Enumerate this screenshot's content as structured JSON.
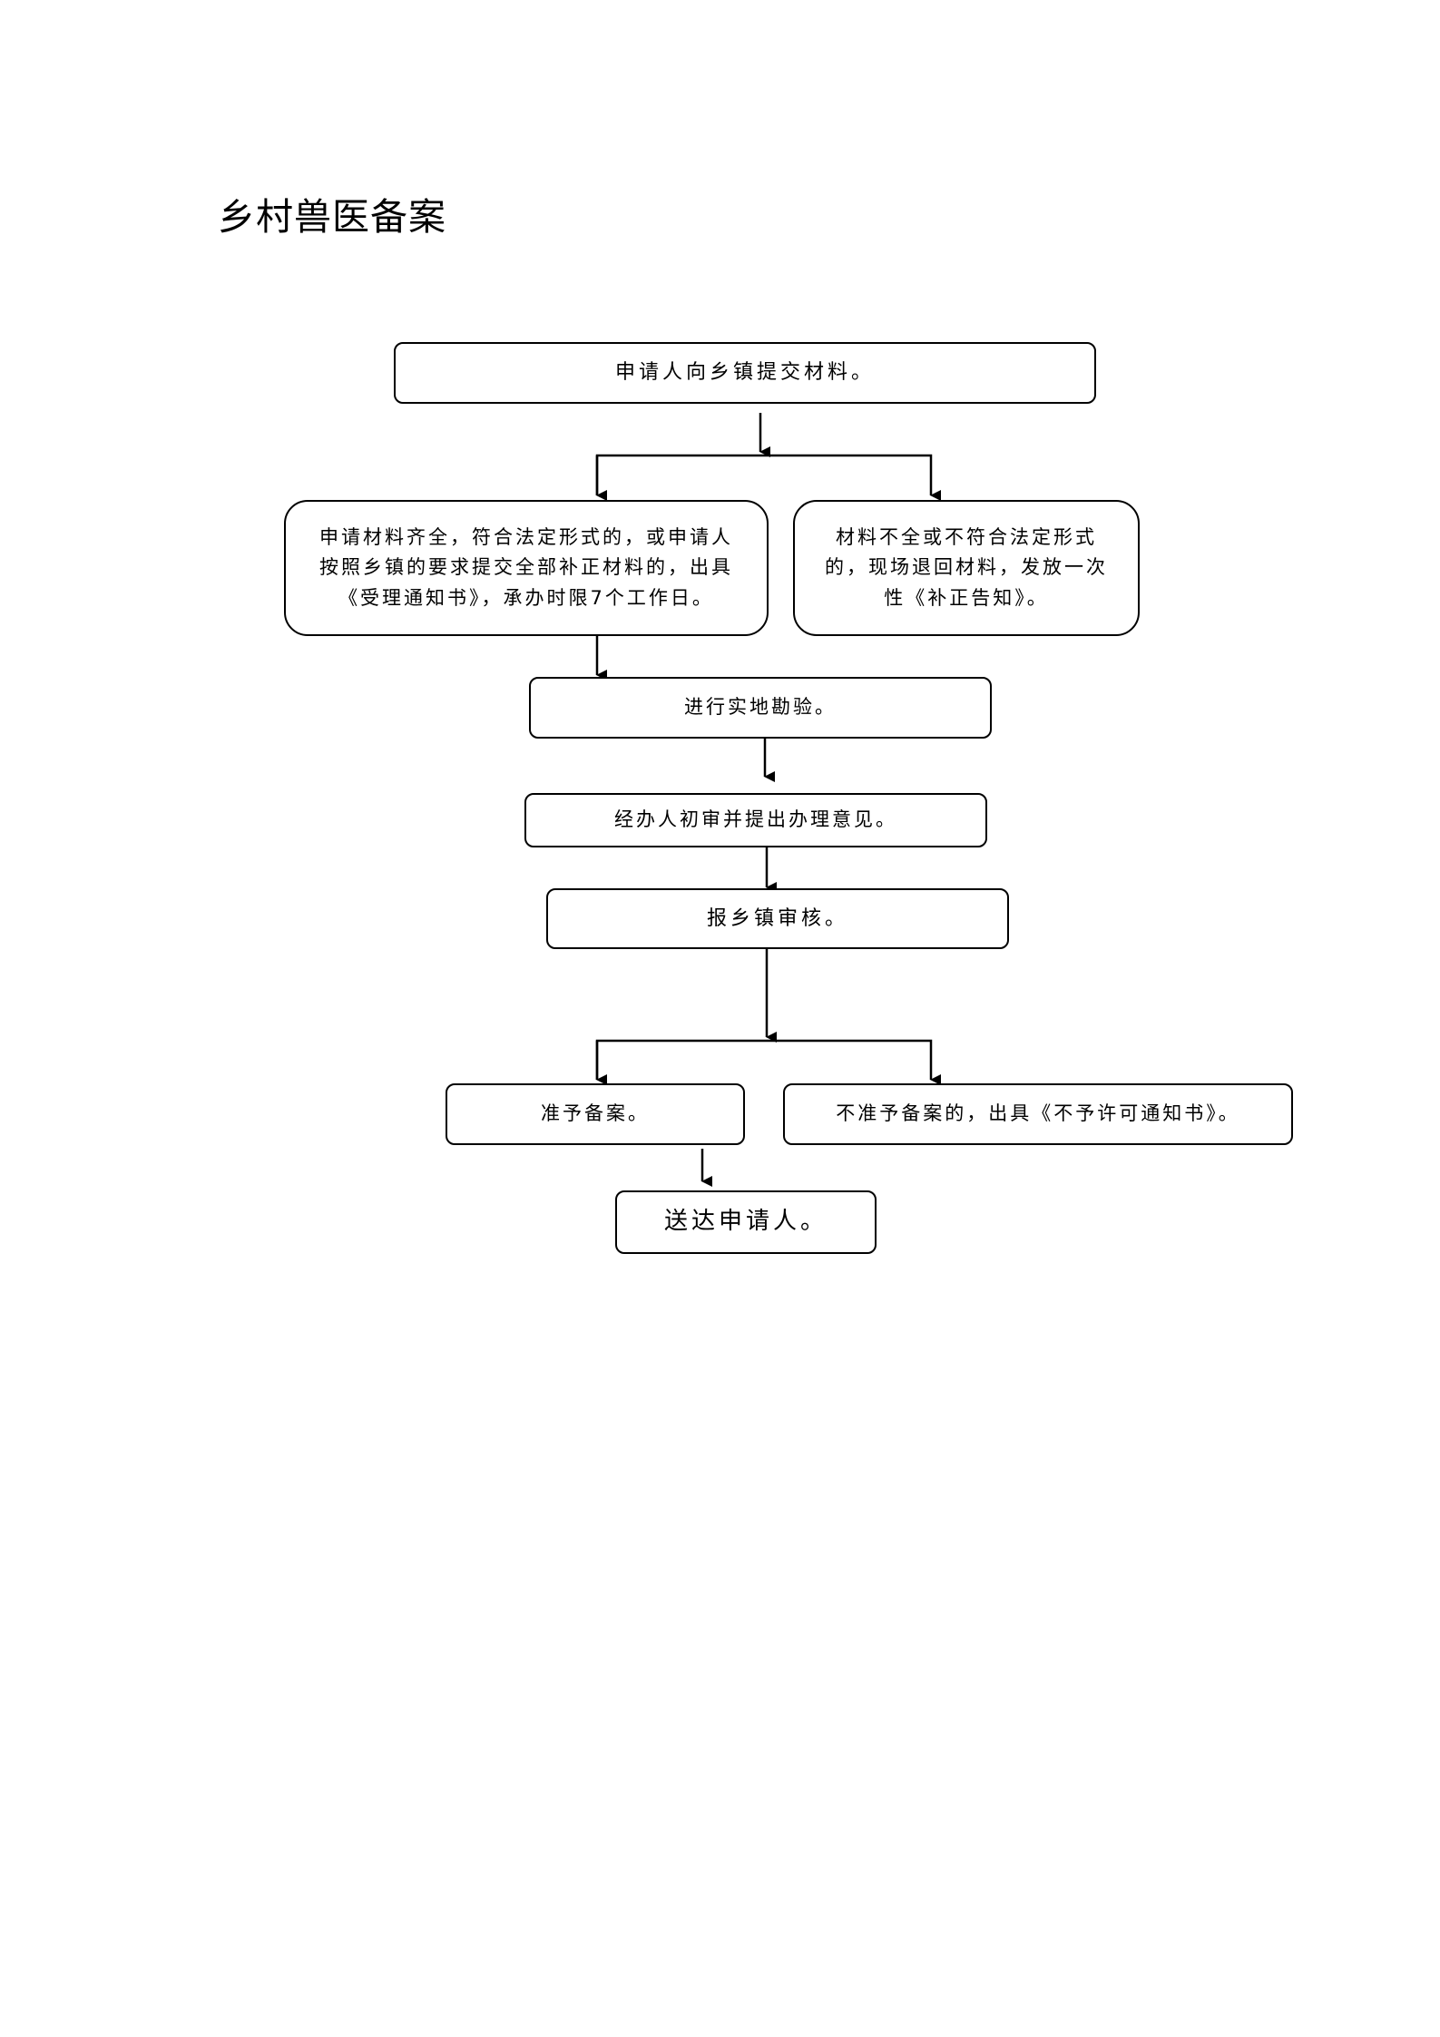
{
  "page": {
    "title": "乡村兽医备案"
  },
  "flow": {
    "submit": "申请人向乡镇提交材料。",
    "accept": "申请材料齐全，符合法定形式的，或申请人按照乡镇的要求提交全部补正材料的，出具《受理通知书》，承办时限7个工作日。",
    "reject": "材料不全或不符合法定形式的，现场退回材料，发放一次性《补正告知》。",
    "inspect": "进行实地勘验。",
    "initial_review": "经办人初审并提出办理意见。",
    "town_review": "报乡镇审核。",
    "approve": "准予备案。",
    "deny": "不准予备案的，出具《不予许可通知书》。",
    "deliver": "送达申请人。"
  }
}
